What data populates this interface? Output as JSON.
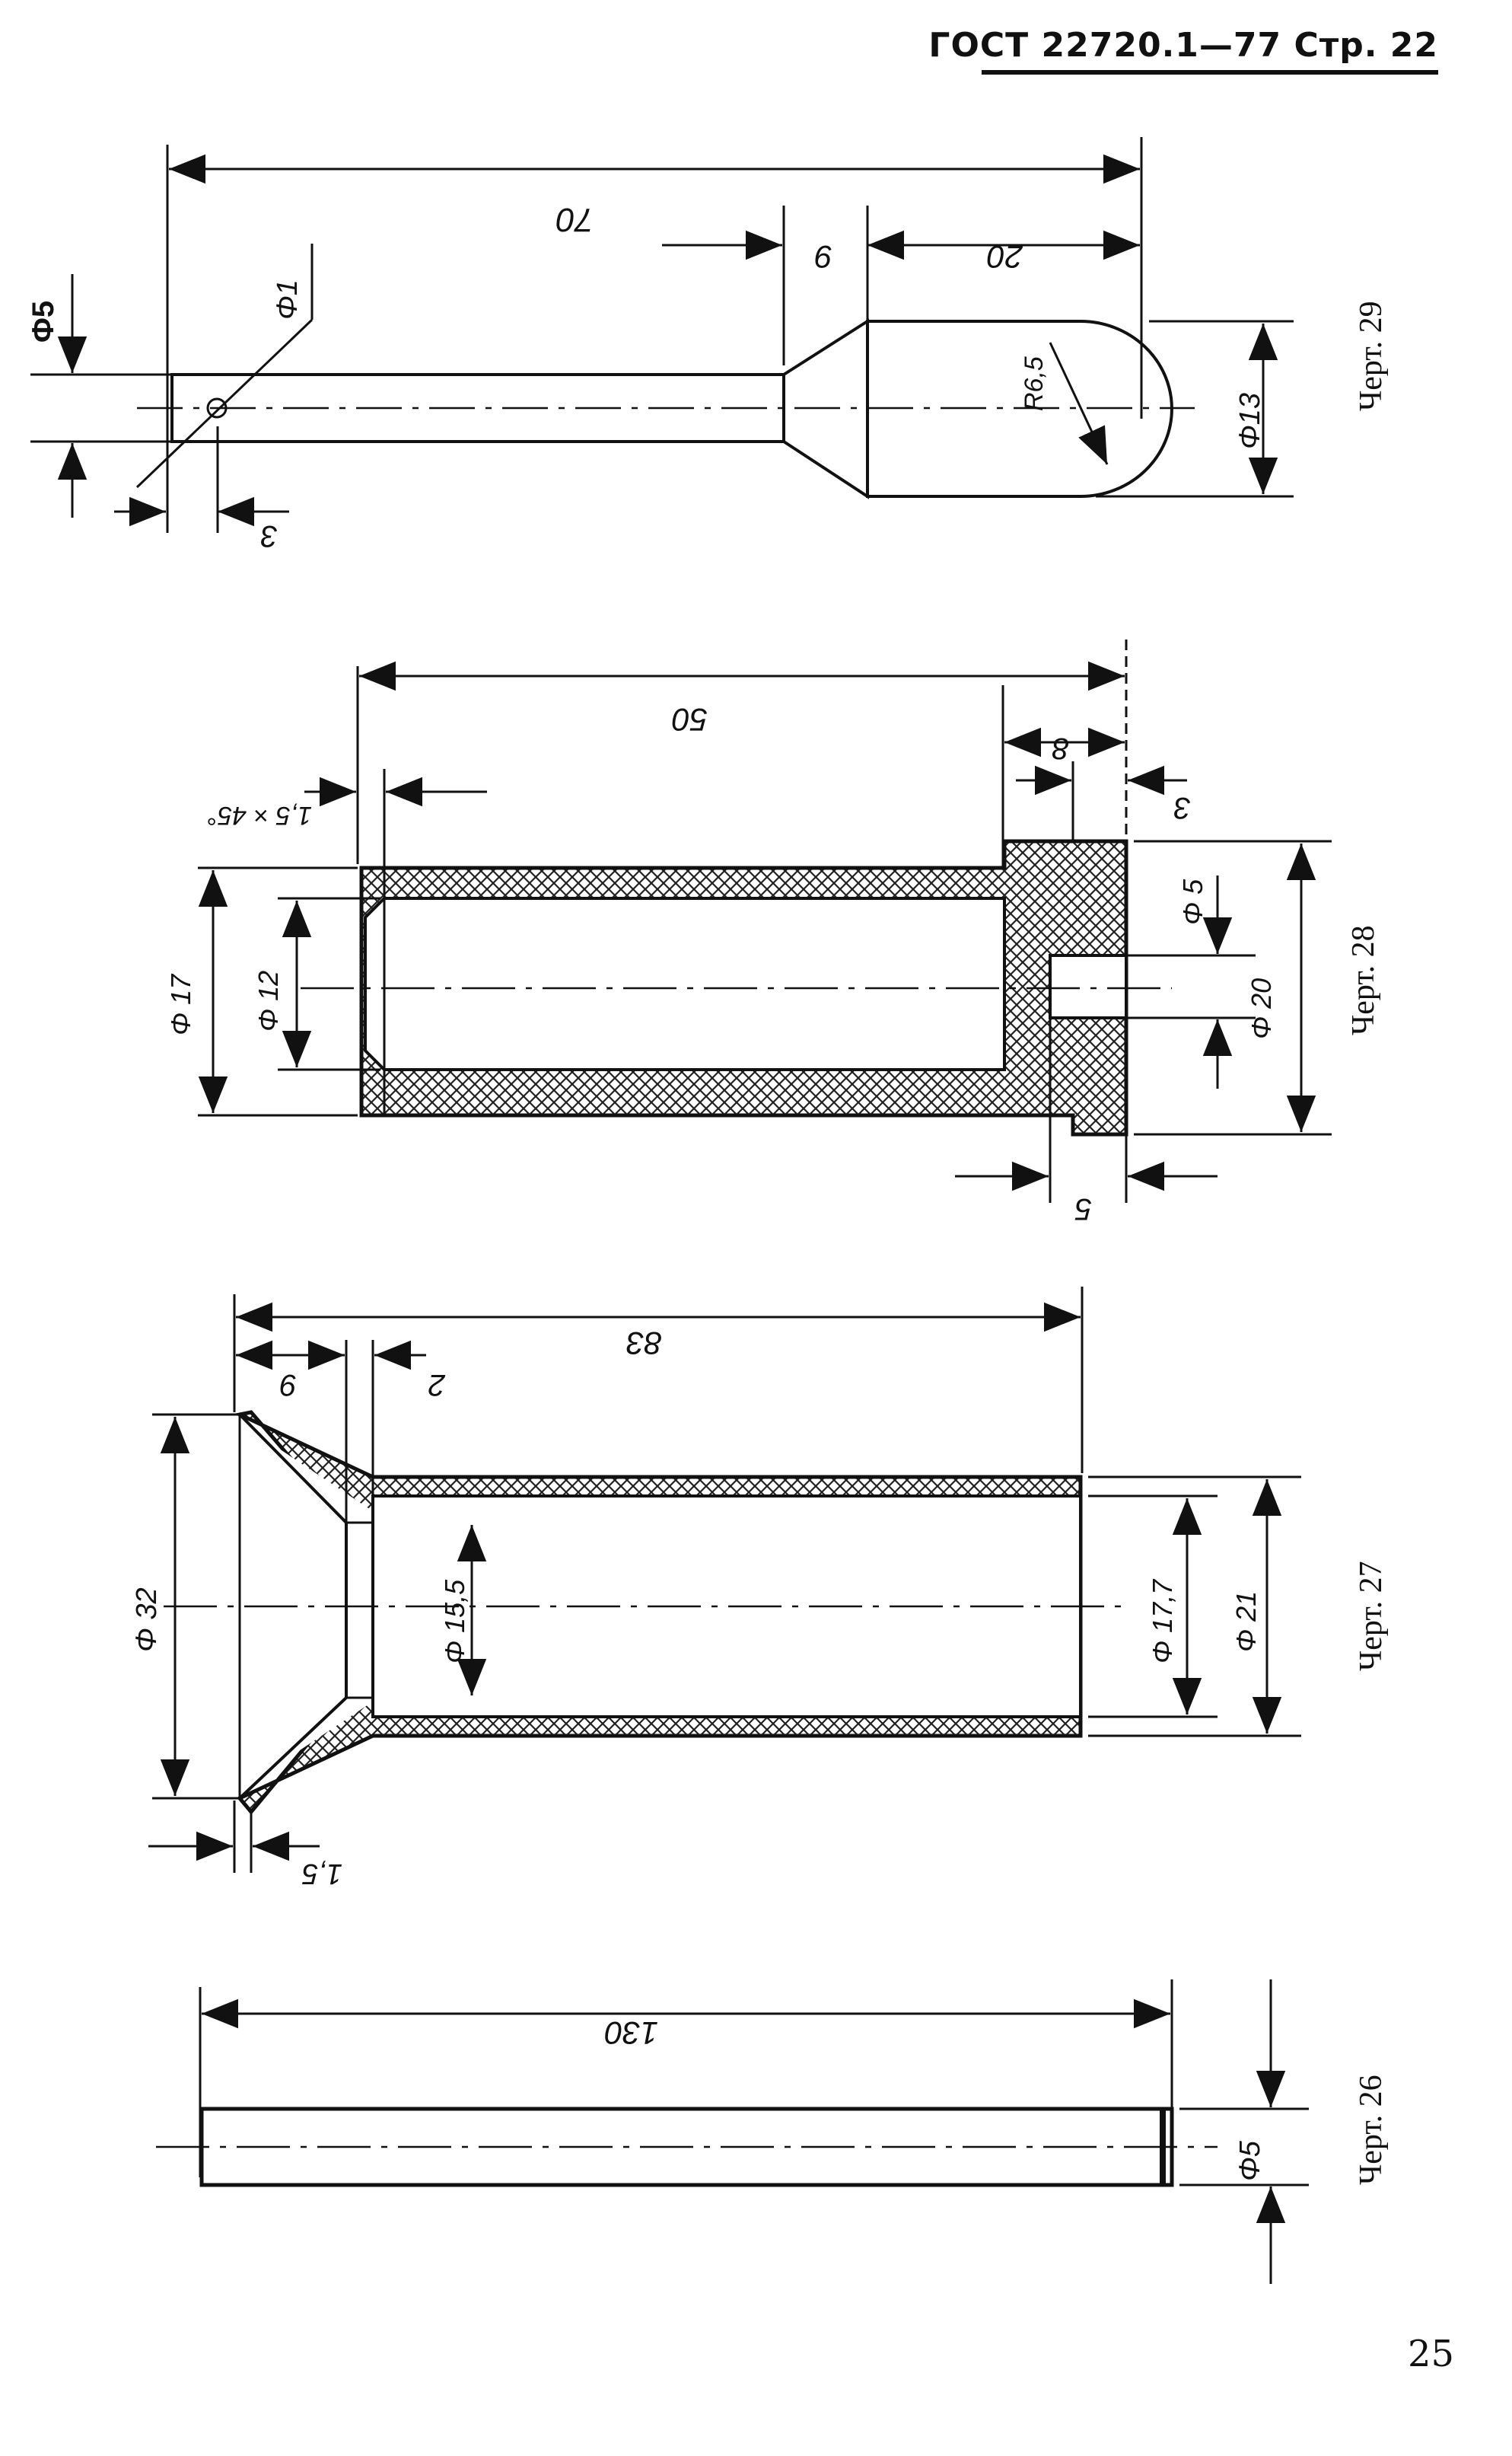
{
  "header": {
    "title": "ГОСТ 22720.1—77 Стр. 22"
  },
  "page_number": "25",
  "figures": [
    {
      "caption": "Черт. 29",
      "dims": {
        "overall": "70",
        "a": "9",
        "b": "20",
        "dia_shaft": "Φ1",
        "dia_head": "Φ13",
        "radius": "R6,5",
        "dia_left": "Φ5",
        "left_gap": "3"
      }
    },
    {
      "caption": "Черт. 28",
      "dims": {
        "overall": "50",
        "a": "8",
        "b": "3",
        "chamfer": "1,5 × 45°",
        "dia_outer_left": "Φ 17",
        "dia_inner": "Φ 12",
        "dia_hole": "Φ 5",
        "dia_flange": "Φ 20",
        "flange_w": "5"
      }
    },
    {
      "caption": "Черт. 27",
      "dims": {
        "overall": "83",
        "a": "9",
        "b": "2",
        "dia_cone": "Φ 32",
        "dia_inner": "Φ 15,5",
        "dia_bore": "Φ 17,7",
        "dia_outer": "Φ 21",
        "wall": "1,5"
      }
    },
    {
      "caption": "Черт. 26",
      "dims": {
        "overall": "130",
        "dia": "Φ5"
      }
    }
  ]
}
